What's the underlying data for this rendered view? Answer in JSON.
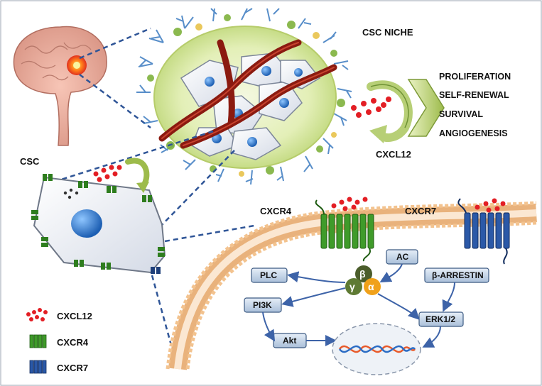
{
  "labels": {
    "niche": "CSC NICHE",
    "csc": "CSC",
    "cxcl12": "CXCL12",
    "cxcr4": "CXCR4",
    "cxcr7": "CXCR7"
  },
  "outcomes": [
    "PROLIFERATION",
    "SELF-RENEWAL",
    "SURVIVAL",
    "ANGIOGENESIS"
  ],
  "signaling": {
    "ac": "AC",
    "plc": "PLC",
    "pi3k": "PI3K",
    "akt": "Akt",
    "erk": "ERK1/2",
    "arrestin": "β-ARRESTIN",
    "beta": "β",
    "gamma": "γ",
    "alpha": "α"
  },
  "legend": [
    {
      "label": "CXCL12",
      "icon": "chemokine-dots-icon"
    },
    {
      "label": "CXCR4",
      "icon": "cxcr4-receptor-icon"
    },
    {
      "label": "CXCR7",
      "icon": "cxcr7-receptor-icon"
    }
  ],
  "colors": {
    "cxcl12": "#e31e24",
    "cxcr4": "#2e7d1e",
    "cxcr7": "#1e3f7a",
    "box_fill": "#c9d8ea",
    "box_stroke": "#3c5a82",
    "dashed": "#2f5597",
    "vessel": "#8b1a10",
    "membrane_head": "#f3c38f"
  }
}
